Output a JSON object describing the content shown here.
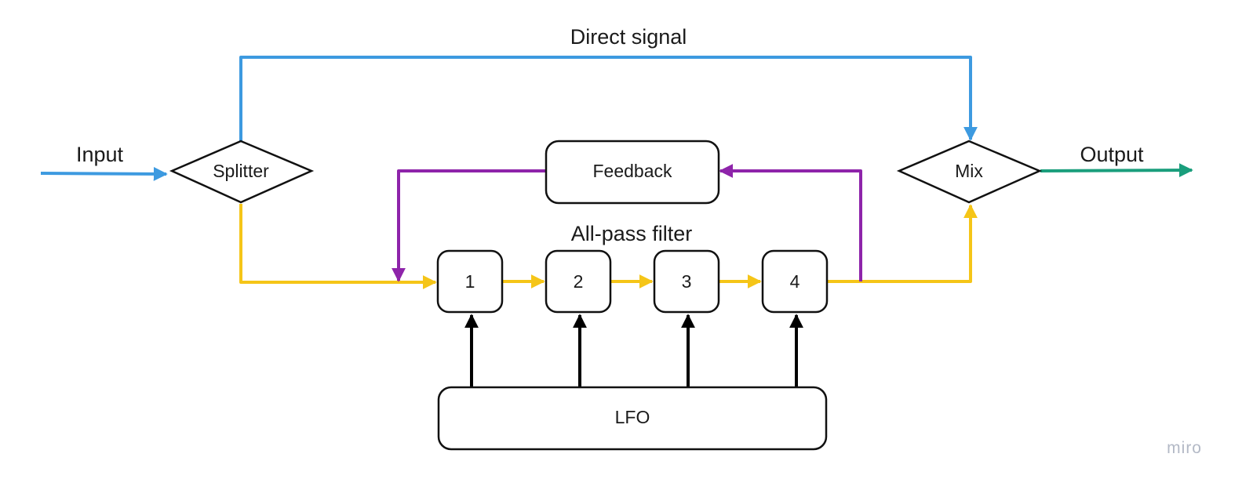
{
  "labels": {
    "direct_signal": "Direct signal",
    "input": "Input",
    "output": "Output",
    "all_pass_filter": "All-pass filter"
  },
  "nodes": {
    "splitter": "Splitter",
    "feedback": "Feedback",
    "mix": "Mix",
    "stage_1": "1",
    "stage_2": "2",
    "stage_3": "3",
    "stage_4": "4",
    "lfo": "LFO"
  },
  "watermark": "miro",
  "colors": {
    "direct_signal": "#3d9ae0",
    "filter_path": "#f5c518",
    "feedback": "#8e24aa",
    "output": "#1a9e7c",
    "lfo_control": "#000000"
  }
}
